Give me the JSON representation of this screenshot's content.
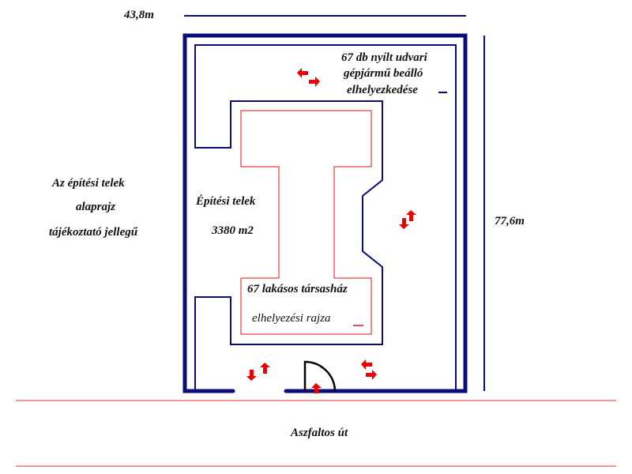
{
  "dimensions": {
    "width": "43,8m",
    "height": "77,6m"
  },
  "caption": [
    "Az építési telek",
    "alaprajz",
    "tájékoztató jellegű"
  ],
  "plot": {
    "label": "Építési telek",
    "area": "3380 m2"
  },
  "parking": [
    "67 db nyílt udvari",
    "gépjármű beálló",
    "elhelyezkedése"
  ],
  "building": [
    "67 lakásos társasház",
    "elhelyezési rajza"
  ],
  "road": "Aszfaltos út",
  "colors": {
    "wall": "#0b0b7a",
    "building": "#e01010",
    "arrow": "#ee0000"
  }
}
